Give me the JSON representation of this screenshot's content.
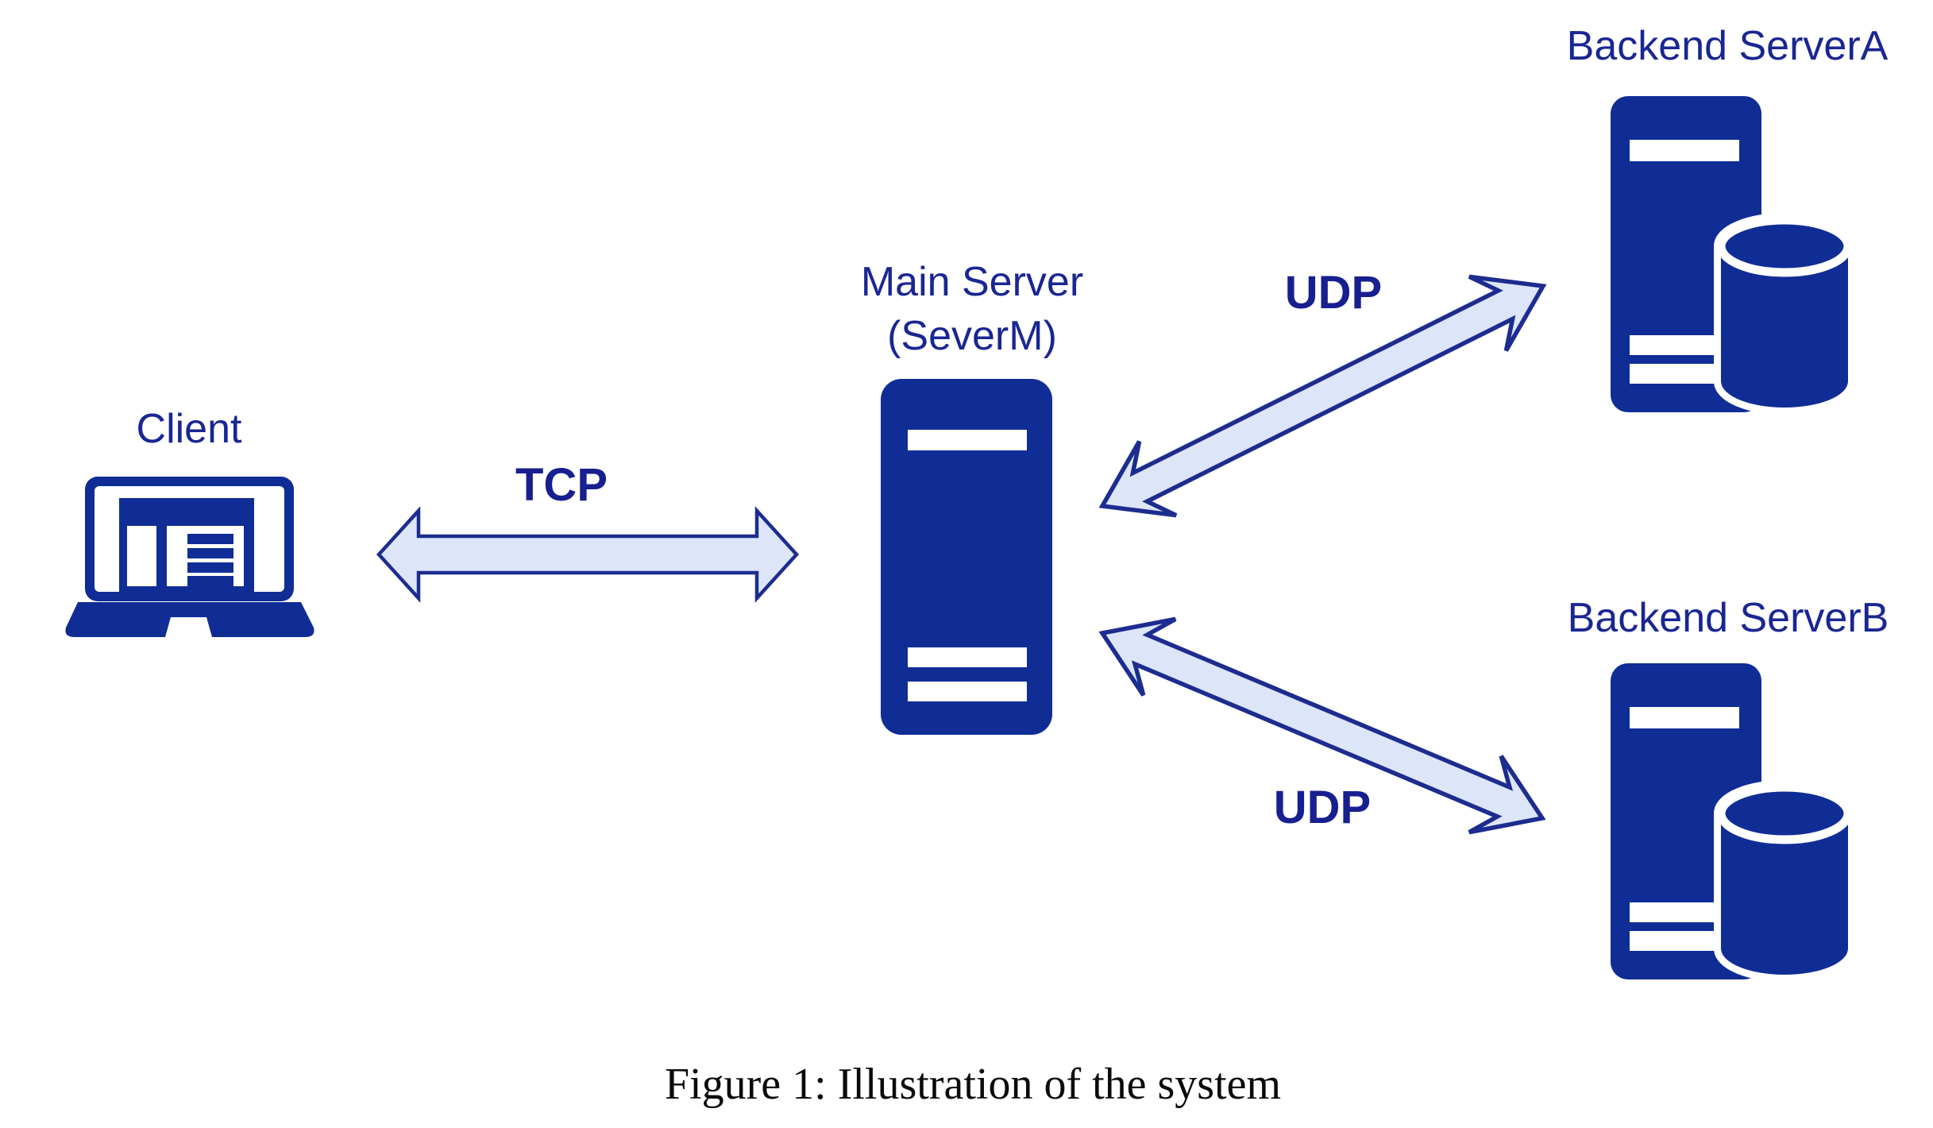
{
  "diagram": {
    "caption": "Figure 1: Illustration of the system",
    "nodes": {
      "client": {
        "label": "Client",
        "icon": "laptop-icon"
      },
      "main_server": {
        "label_line1": "Main Server",
        "label_line2": "(SeverM)",
        "icon": "server-tower-icon"
      },
      "backend_a": {
        "label": "Backend ServerA",
        "icon": "server-database-icon"
      },
      "backend_b": {
        "label": "Backend ServerB",
        "icon": "server-database-icon"
      }
    },
    "links": {
      "client_to_main": {
        "protocol": "TCP"
      },
      "main_to_backend_a": {
        "protocol": "UDP"
      },
      "main_to_backend_b": {
        "protocol": "UDP"
      }
    },
    "colors": {
      "icon_blue": "#102D96",
      "label_navy": "#1A2692",
      "protocol_navy": "#181F8F",
      "arrow_fill": "#DCE6F8",
      "arrow_stroke": "#1C2C8F",
      "caption_black": "#0B0B0B",
      "background": "#FFFFFF"
    }
  }
}
